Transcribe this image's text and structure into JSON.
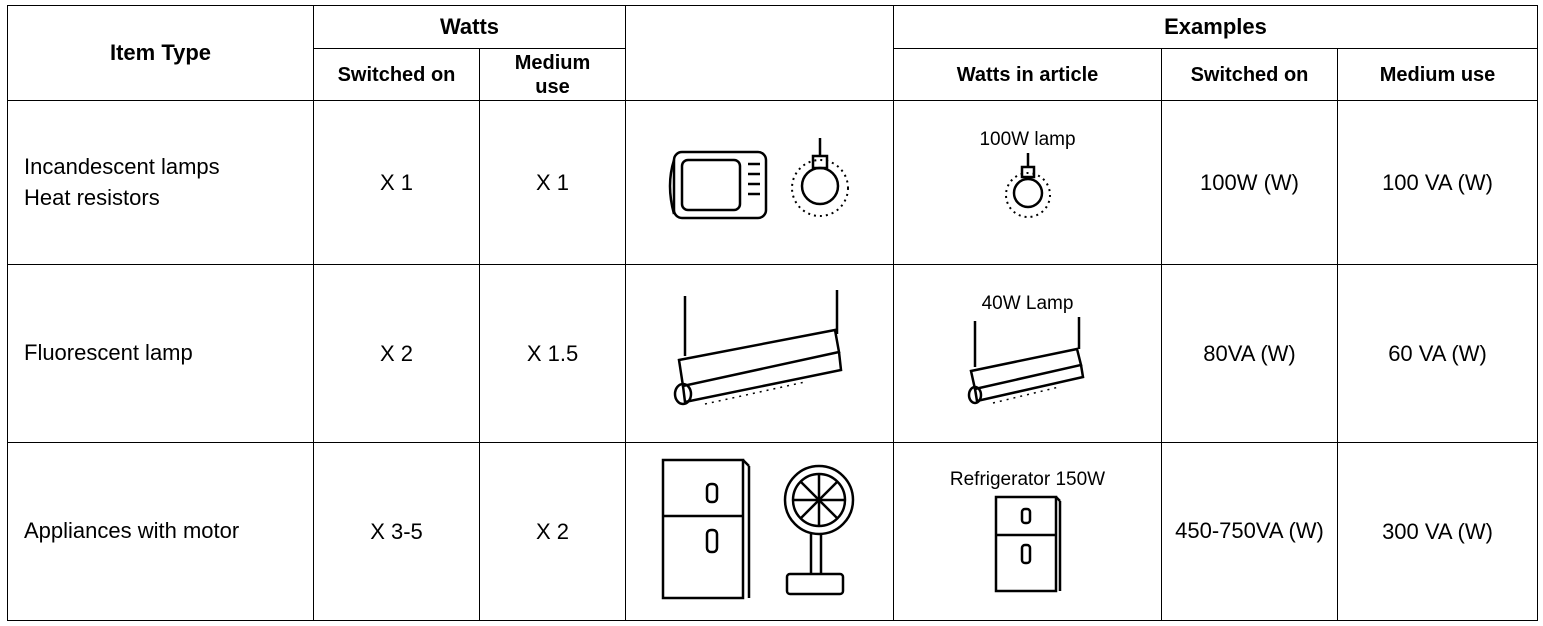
{
  "headers": {
    "item_type": "Item Type",
    "watts": "Watts",
    "examples": "Examples",
    "switched_on": "Switched on",
    "medium_use": "Medium use",
    "watts_in_article": "Watts in article",
    "ex_switched_on": "Switched on",
    "ex_medium_use": "Medium use"
  },
  "rows": [
    {
      "item_line1": "Incandescent lamps",
      "item_line2": "Heat resistors",
      "switched_on": "X 1",
      "medium_use": "X 1",
      "article": "100W lamp",
      "ex_switched_on": "100W (W)",
      "ex_medium_use": "100 VA (W)",
      "icons": [
        "television-icon",
        "light-bulb-icon"
      ]
    },
    {
      "item_line1": "Fluorescent lamp",
      "switched_on": "X 2",
      "medium_use": "X 1.5",
      "article": "40W Lamp",
      "ex_switched_on": "80VA (W)",
      "ex_medium_use": "60 VA (W)",
      "icons": [
        "fluorescent-lamp-icon"
      ]
    },
    {
      "item_line1": "Appliances with motor",
      "switched_on": "X 3-5",
      "medium_use": "X 2",
      "article": "Refrigerator 150W",
      "ex_switched_on": "450-750VA (W)",
      "ex_medium_use": "300 VA (W)",
      "icons": [
        "refrigerator-icon",
        "fan-icon"
      ]
    }
  ]
}
